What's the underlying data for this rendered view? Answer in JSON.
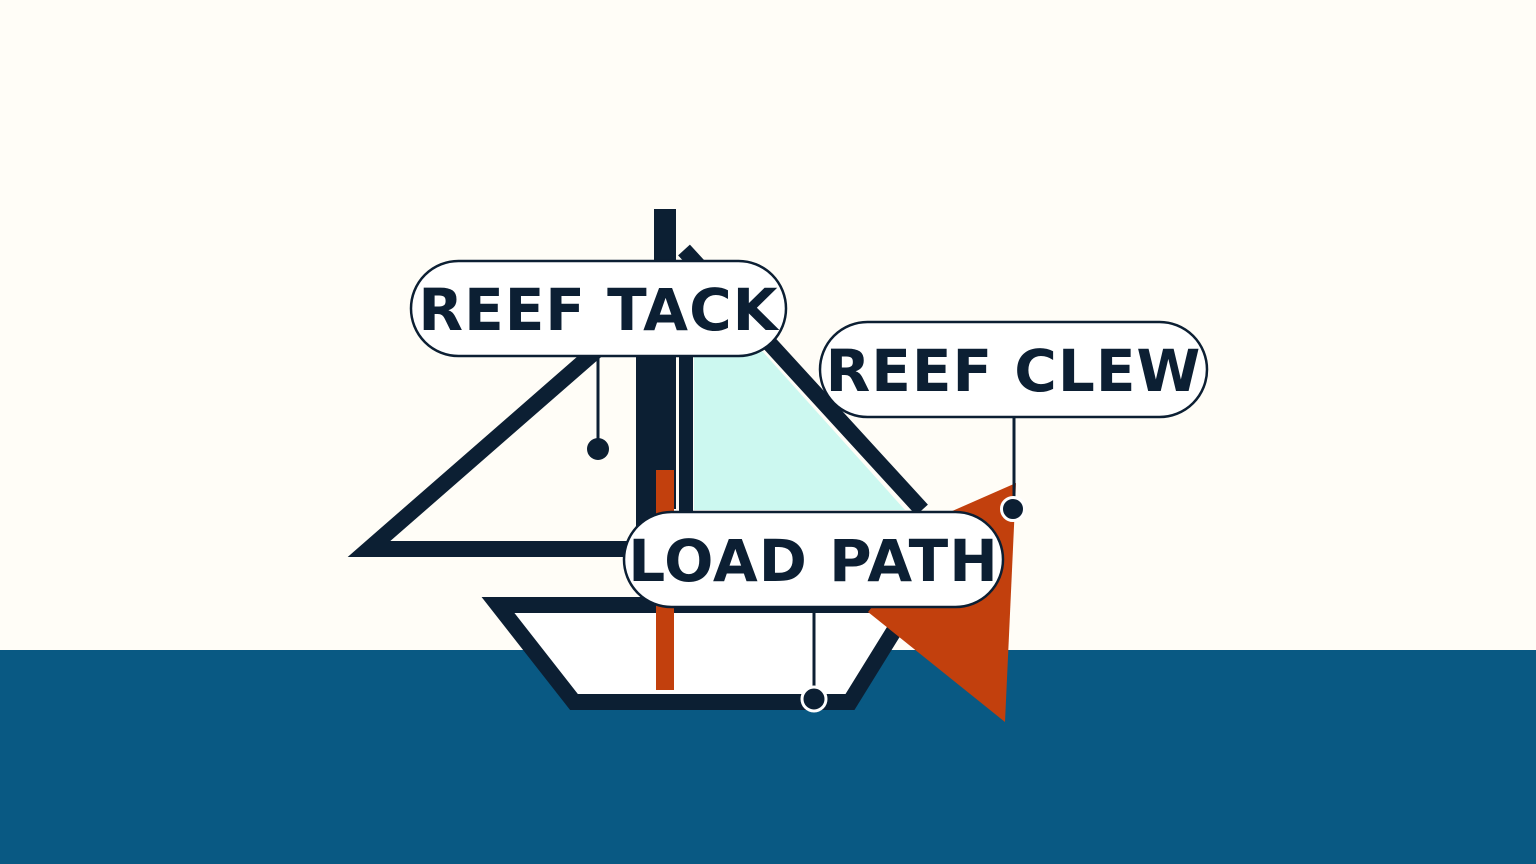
{
  "colors": {
    "background": "#fffdf7",
    "sea": "#095983",
    "ink": "#0c1f33",
    "sail_fill": "#ccf8f0",
    "accent": "#c2400d",
    "label_bg": "#ffffff"
  },
  "labels": {
    "reef_tack": "REEF TACK",
    "reef_clew": "REEF CLEW",
    "load_path": "LOAD PATH"
  }
}
